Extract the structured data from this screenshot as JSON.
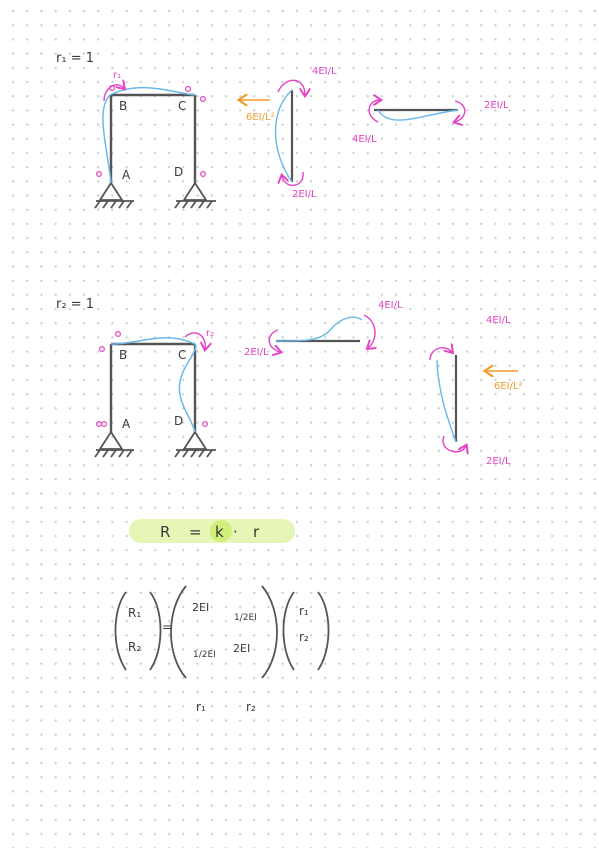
{
  "colors": {
    "ink": "#3a3a3a",
    "pink": "#e642c4",
    "blue": "#6bb8e8",
    "orange": "#f29a2e",
    "highlight": "#e6f6b6"
  },
  "case1": {
    "title": "r₁ = 1",
    "nodes": {
      "A": "A",
      "B": "B",
      "C": "C",
      "D": "D"
    },
    "rot_label": "r₁",
    "col": {
      "top_moment": "4EI/L",
      "bottom_moment": "2EI/L",
      "shear": "6EI/L²"
    },
    "beam": {
      "left_moment": "4EI/L",
      "right_moment": "2EI/L"
    }
  },
  "case2": {
    "title": "r₂ = 1",
    "nodes": {
      "A": "A",
      "B": "B",
      "C": "C",
      "D": "D"
    },
    "rot_label": "r₂",
    "beam": {
      "left_moment": "2EI/L",
      "right_moment": "4EI/L"
    },
    "col": {
      "top_moment": "4EI/L",
      "bottom_moment": "2EI/L",
      "shear": "6EI/L²"
    }
  },
  "equation": {
    "lhs": "R",
    "eq": "=",
    "k": "k",
    "dot": "·",
    "r": "r"
  },
  "matrix": {
    "R": [
      "R₁",
      "R₂"
    ],
    "K": [
      [
        "2EI",
        "1/2EI"
      ],
      [
        "1/2EI",
        "2EI"
      ]
    ],
    "r": [
      "r₁",
      "r₂"
    ],
    "eq": "="
  },
  "columns": [
    "r₁",
    "r₂"
  ]
}
